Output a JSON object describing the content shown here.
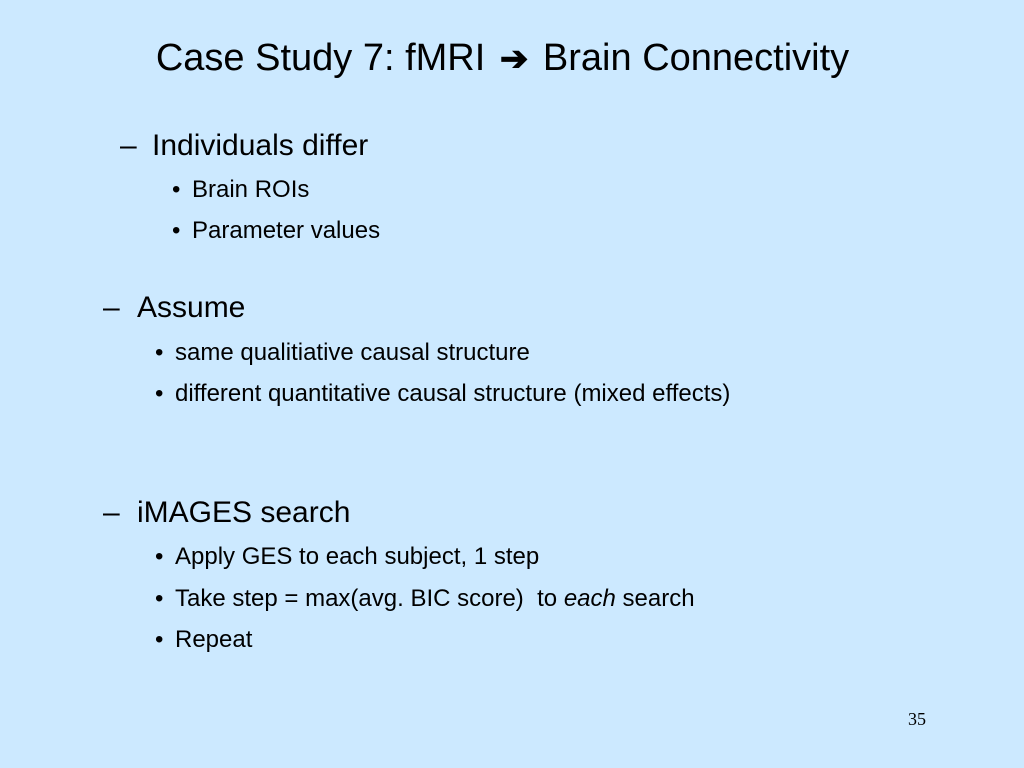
{
  "slide": {
    "title_before_arrow": "Case Study 7: fMRI",
    "title_arrow_icon": "arrow-right-icon",
    "title_after_arrow": "Brain Connectivity",
    "background_color": "#cce9ff",
    "slide_number": "35"
  },
  "sections": [
    {
      "dash": "–",
      "heading": "Individuals differ",
      "bullets": [
        "Brain ROIs",
        "Parameter values"
      ]
    },
    {
      "dash": "–",
      "heading": "Assume",
      "bullets": [
        "same qualitiative causal structure",
        "different quantitative causal structure (mixed effects)"
      ]
    },
    {
      "dash": "–",
      "heading": "iMAGES search",
      "bullets": [
        "Apply GES to each subject, 1 step",
        "Repeat"
      ],
      "mixed_bullet": {
        "before": "Take step = max(avg. BIC score)  to ",
        "emphasis": "each",
        "after": " search"
      }
    }
  ],
  "bullet_glyph": "•"
}
